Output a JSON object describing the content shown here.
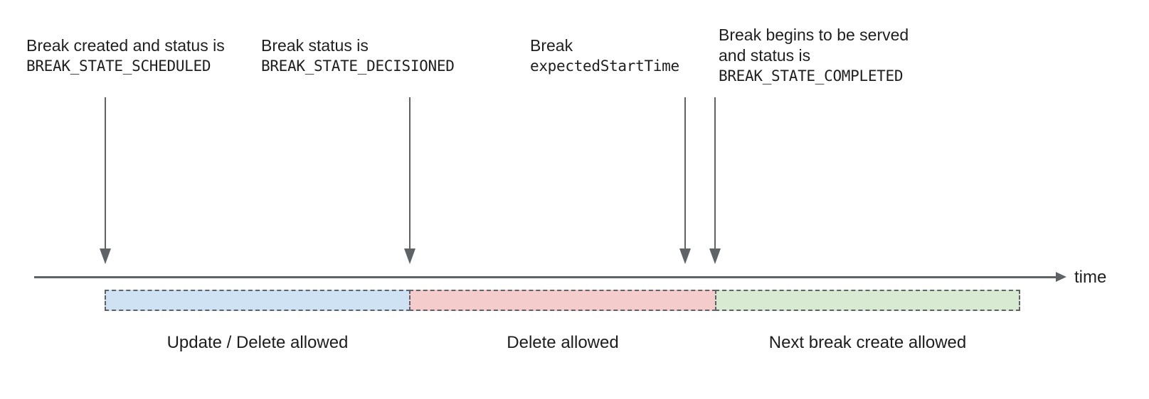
{
  "diagram": {
    "title_implicit": "Break lifecycle timeline",
    "annotations": {
      "a1": {
        "line1": "Break created and status is",
        "code": "BREAK_STATE_SCHEDULED"
      },
      "a2": {
        "line1": "Break status is",
        "code": "BREAK_STATE_DECISIONED"
      },
      "a3": {
        "line1": "Break",
        "code": "expectedStartTime"
      },
      "a4": {
        "line1": "Break begins to be served",
        "line2": "and status is",
        "code": "BREAK_STATE_COMPLETED"
      }
    },
    "timeline": {
      "axis_label": "time"
    },
    "segments": [
      {
        "name": "update-delete",
        "label": "Update / Delete allowed",
        "fill": "#cfe2f3"
      },
      {
        "name": "delete",
        "label": "Delete allowed",
        "fill": "#f4cccc"
      },
      {
        "name": "next-create",
        "label": "Next break create allowed",
        "fill": "#d9ead3"
      }
    ],
    "colors": {
      "line_and_arrows": "#5f6368",
      "text": "#1f1f1f",
      "background": "#ffffff"
    }
  }
}
